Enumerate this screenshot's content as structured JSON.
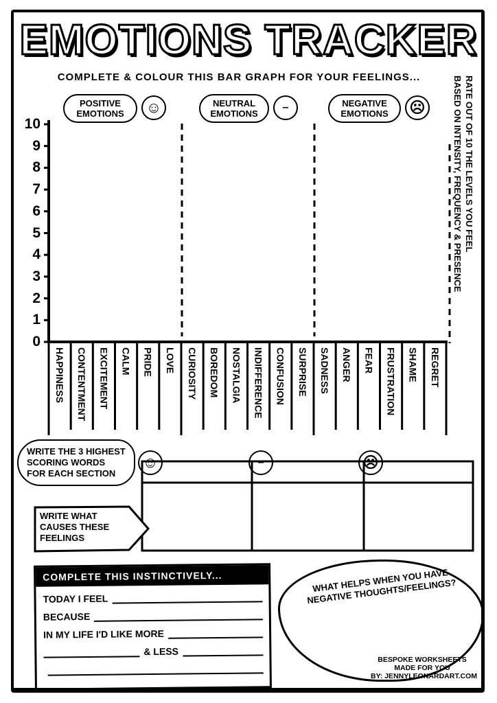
{
  "title": "Emotions Tracker",
  "subtitle": "Complete & colour this bar graph for your feelings...",
  "sections": [
    {
      "label": "Positive emotions",
      "face": "smiley-icon",
      "glyph": "☺"
    },
    {
      "label": "Neutral emotions",
      "face": "neutral-face-icon",
      "glyph": "😐"
    },
    {
      "label": "Negative emotions",
      "face": "sad-face-icon",
      "glyph": "☹"
    }
  ],
  "rate_note": {
    "line1": "Rate out of 10 the levels you feel",
    "line2": "based on intensity, frequency & presence"
  },
  "y_ticks": [
    "10",
    "9",
    "8",
    "7",
    "6",
    "5",
    "4",
    "3",
    "2",
    "1",
    "0"
  ],
  "emotions": [
    "Happiness",
    "Contentment",
    "Excitement",
    "Calm",
    "Pride",
    "Love",
    "Curiosity",
    "Boredom",
    "Nostalgia",
    "Indifference",
    "Confusion",
    "Surprise",
    "Sadness",
    "Anger",
    "Fear",
    "Frustration",
    "Shame",
    "Regret"
  ],
  "highest_note": "Write the 3 highest scoring words for each section",
  "causes_note": "Write what causes these feelings",
  "complete": {
    "header": "Complete this instinctively...",
    "today": "Today I feel",
    "because": "Because",
    "more": "In my life I'd like more",
    "less": "& less"
  },
  "helps": "What helps when you have negative thoughts/feelings?",
  "credits": {
    "l1": "Bespoke worksheets",
    "l2": "made for you",
    "l3": "By: jennyleonardart.com"
  }
}
